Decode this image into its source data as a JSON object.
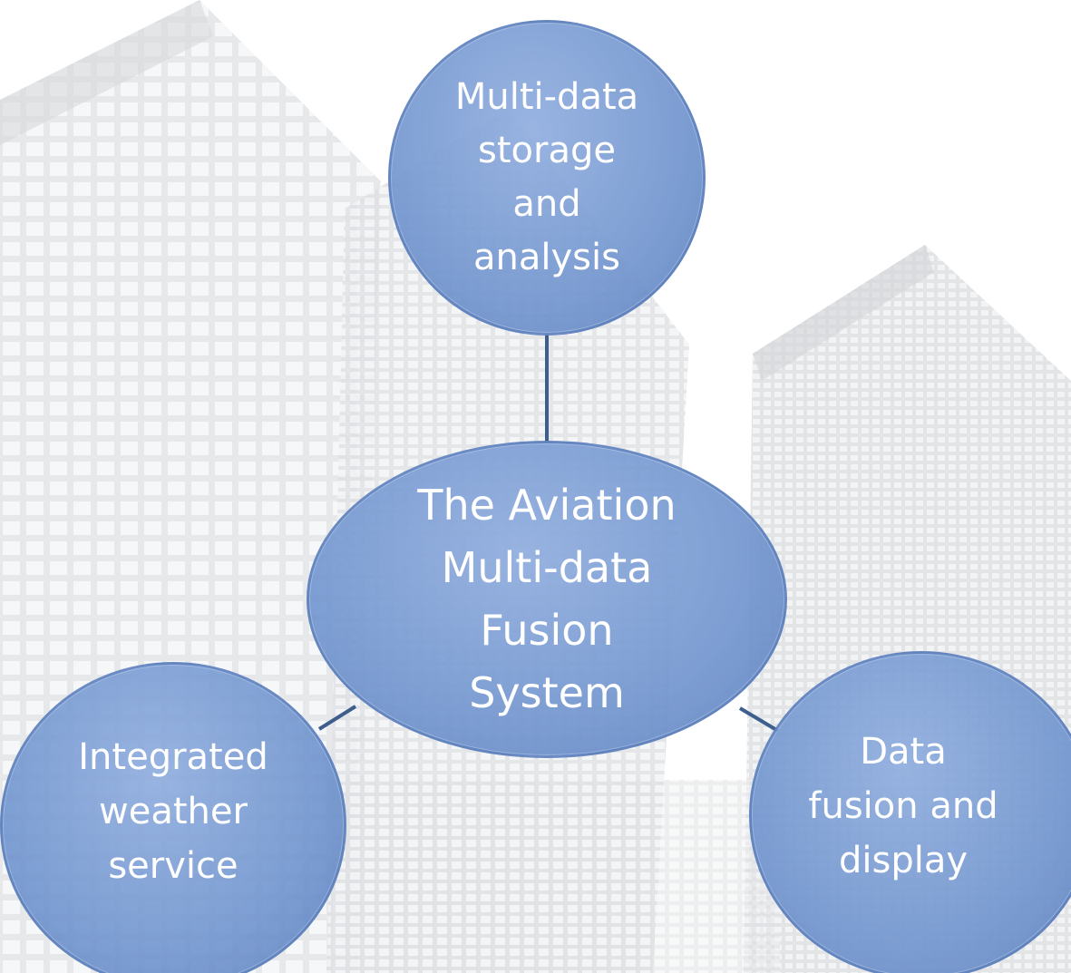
{
  "diagram": {
    "center": {
      "label": "The Aviation\nMulti-data\nFusion\nSystem"
    },
    "top": {
      "label": "Multi-data\nstorage\nand\nanalysis"
    },
    "left": {
      "label": "Integrated\nweather\nservice"
    },
    "right": {
      "label": "Data\nfusion and\ndisplay"
    }
  },
  "colors": {
    "node_fill": "#7B9AD4",
    "node_border": "#5476B4",
    "connector": "#3E5F8E",
    "text": "#FFFFFF"
  }
}
